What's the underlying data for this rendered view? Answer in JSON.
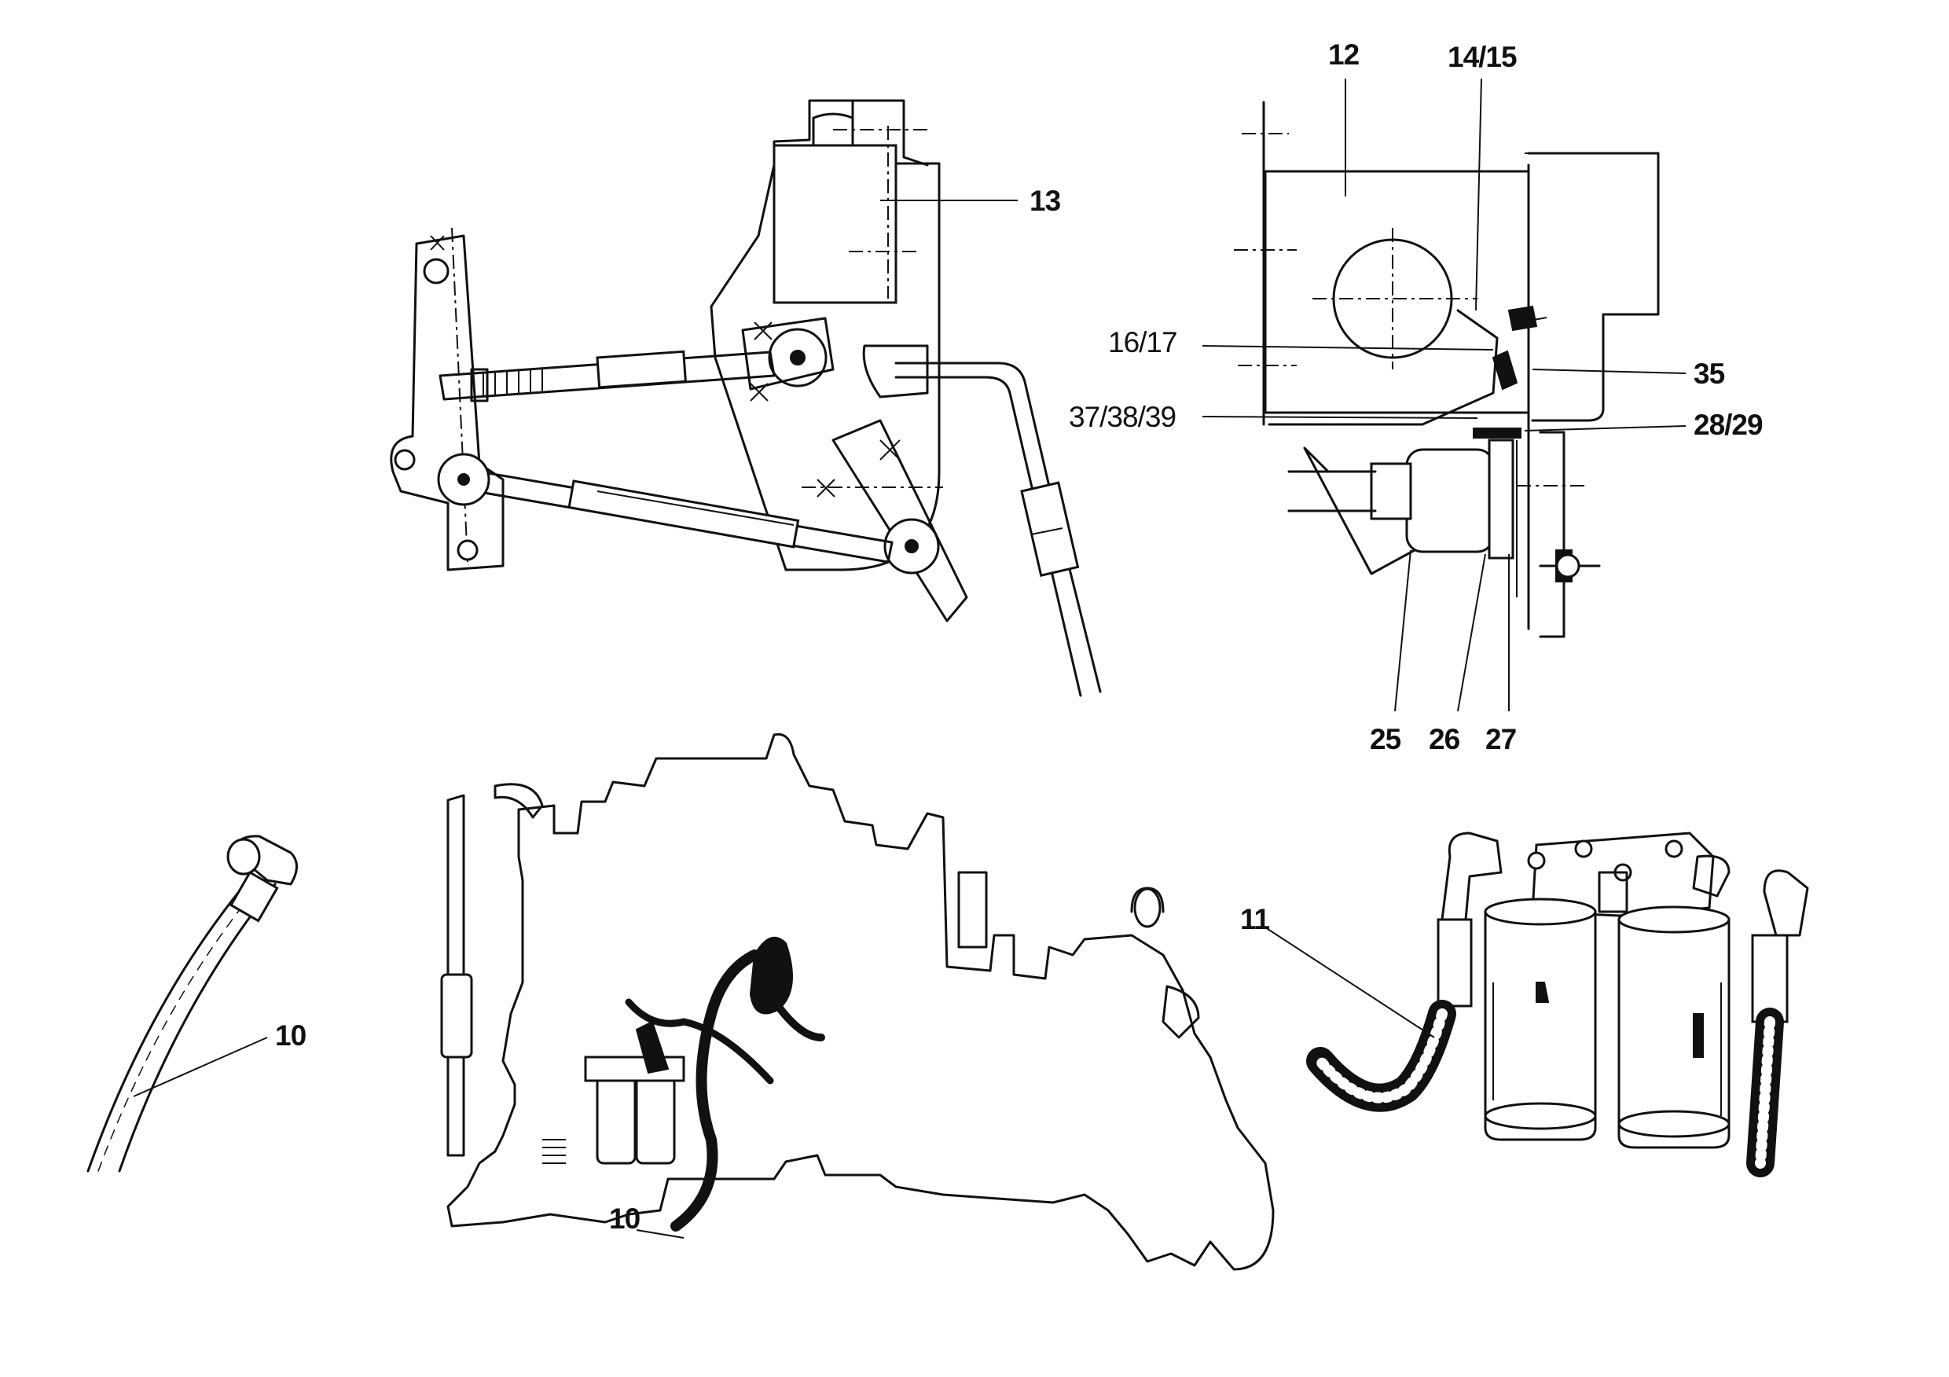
{
  "callouts": {
    "c13": "13",
    "c12": "12",
    "c14_15": "14/15",
    "c16_17": "16/17",
    "c35": "35",
    "c37_38_39": "37/38/39",
    "c28_29": "28/29",
    "c25": "25",
    "c26": "26",
    "c27": "27",
    "c10_left": "10",
    "c10_engine": "10",
    "c11": "11"
  },
  "colors": {
    "ink": "#111111",
    "paper": "#ffffff"
  }
}
